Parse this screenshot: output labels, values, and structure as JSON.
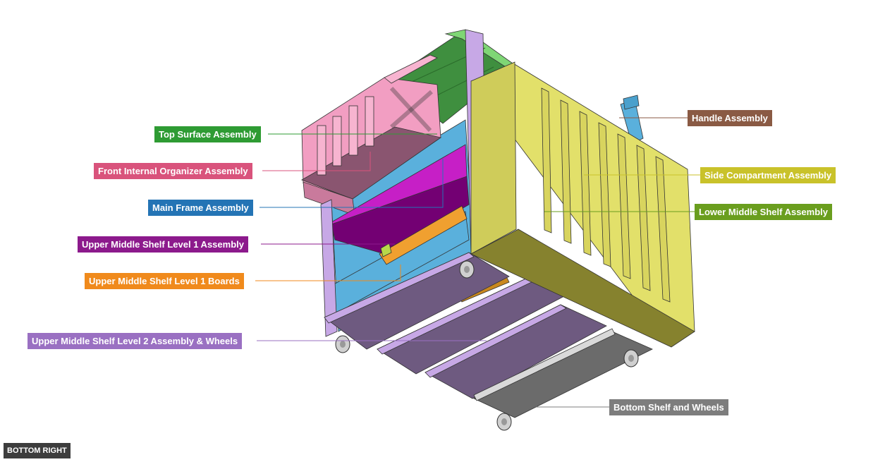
{
  "view_label": "BOTTOM RIGHT",
  "labels": {
    "top_surface": "Top Surface Assembly",
    "front_organizer": "Front Internal Organizer Assembly",
    "main_frame": "Main Frame Assembly",
    "upper_l1_assembly": "Upper Middle Shelf Level 1 Assembly",
    "upper_l1_boards": "Upper Middle Shelf Level 1 Boards",
    "upper_l2_wheels": "Upper Middle Shelf Level 2 Assembly & Wheels",
    "handle": "Handle Assembly",
    "side_compartment": "Side Compartment Assembly",
    "lower_middle": "Lower Middle Shelf Assembly",
    "bottom_shelf": "Bottom Shelf and Wheels"
  },
  "colors": {
    "top_surface": "#2e9b33",
    "front_organizer": "#d9537c",
    "main_frame": "#2474b5",
    "upper_l1_assembly": "#8c1a8c",
    "upper_l1_boards": "#f08a1c",
    "upper_l2_wheels": "#9a70c2",
    "handle": "#8a5a44",
    "side_compartment": "#c9c22a",
    "lower_middle": "#6a9e1e",
    "bottom_shelf": "#7d7d7d"
  }
}
